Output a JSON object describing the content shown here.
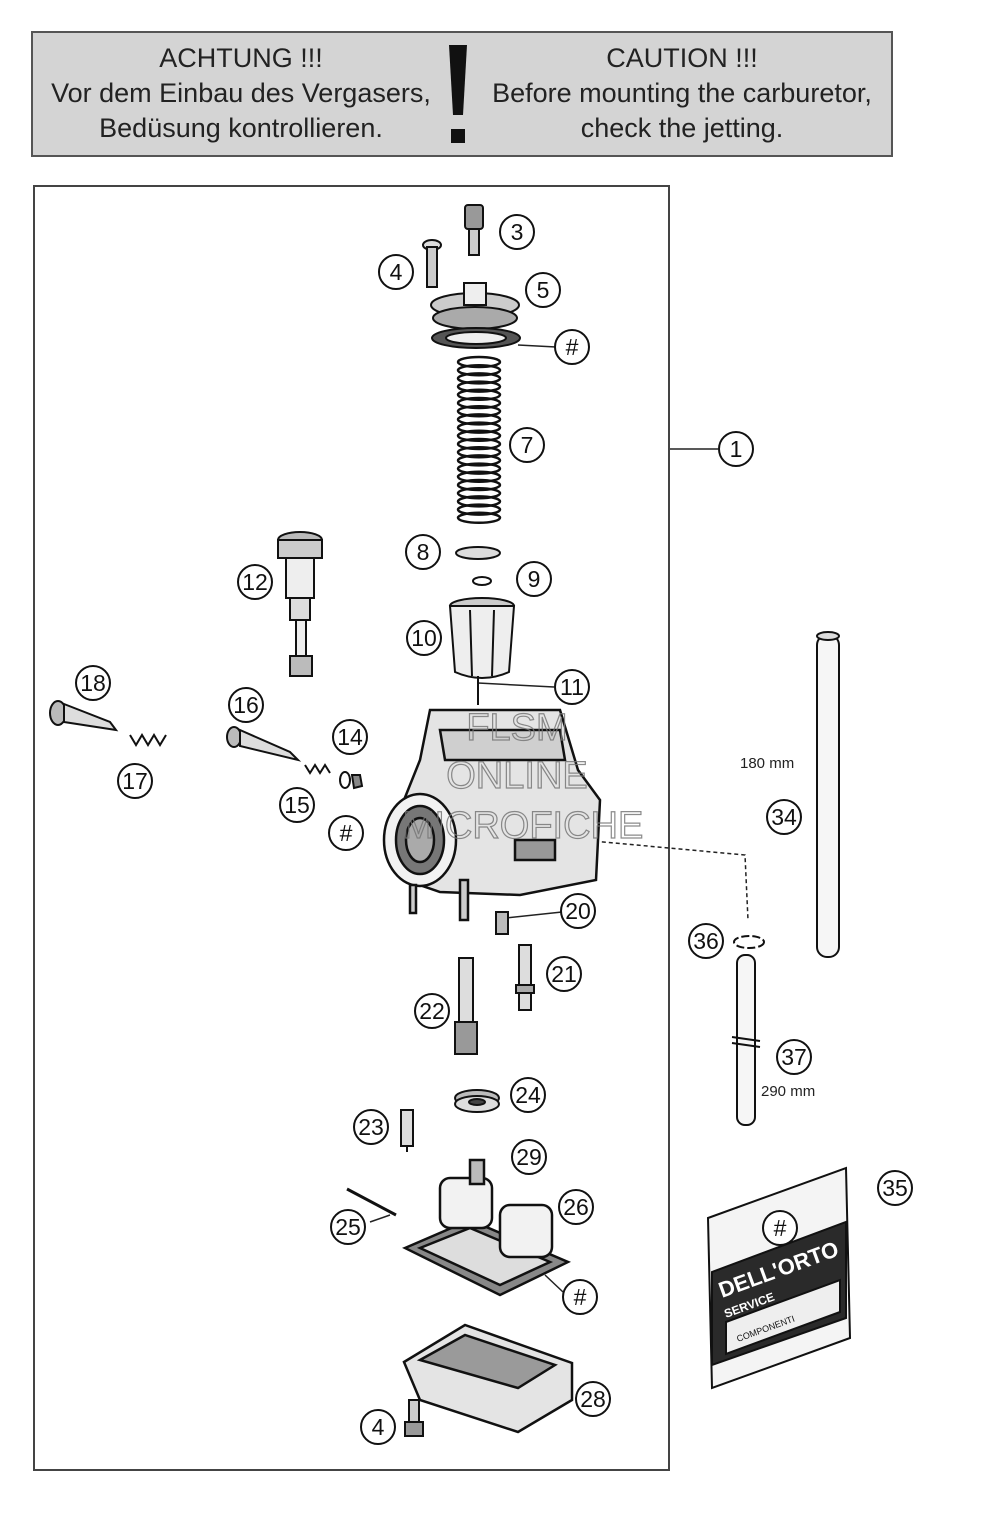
{
  "caution": {
    "de_title": "ACHTUNG !!!",
    "de_line1": "Vor dem Einbau des Vergasers,",
    "de_line2": "Bedüsung kontrollieren.",
    "en_title": "CAUTION !!!",
    "en_line1": "Before mounting the carburetor,",
    "en_line2": "check the jetting.",
    "icon": "exclamation-icon"
  },
  "callouts": {
    "c1": "1",
    "c3": "3",
    "c4a": "4",
    "c4b": "4",
    "c5": "5",
    "c7": "7",
    "c8": "8",
    "c9": "9",
    "c10": "10",
    "c11": "11",
    "c12": "12",
    "c14": "14",
    "c15": "15",
    "c16": "16",
    "c17": "17",
    "c18": "18",
    "c20": "20",
    "c21": "21",
    "c22": "22",
    "c23": "23",
    "c24": "24",
    "c25": "25",
    "c26": "26",
    "c28": "28",
    "c29": "29",
    "c34": "34",
    "c35": "35",
    "c36": "36",
    "c37": "37",
    "h1": "#",
    "h2": "#",
    "h3": "#",
    "h4": "#"
  },
  "dimensions": {
    "hose34": "180 mm",
    "hose37": "290 mm"
  },
  "watermark": {
    "line1": "FLSM",
    "line2": "ONLINE",
    "line3": "MICROFICHE"
  },
  "packet": {
    "brand": "DELL'ORTO",
    "line1": "SERVICE",
    "line2": "COMPONENTI"
  }
}
